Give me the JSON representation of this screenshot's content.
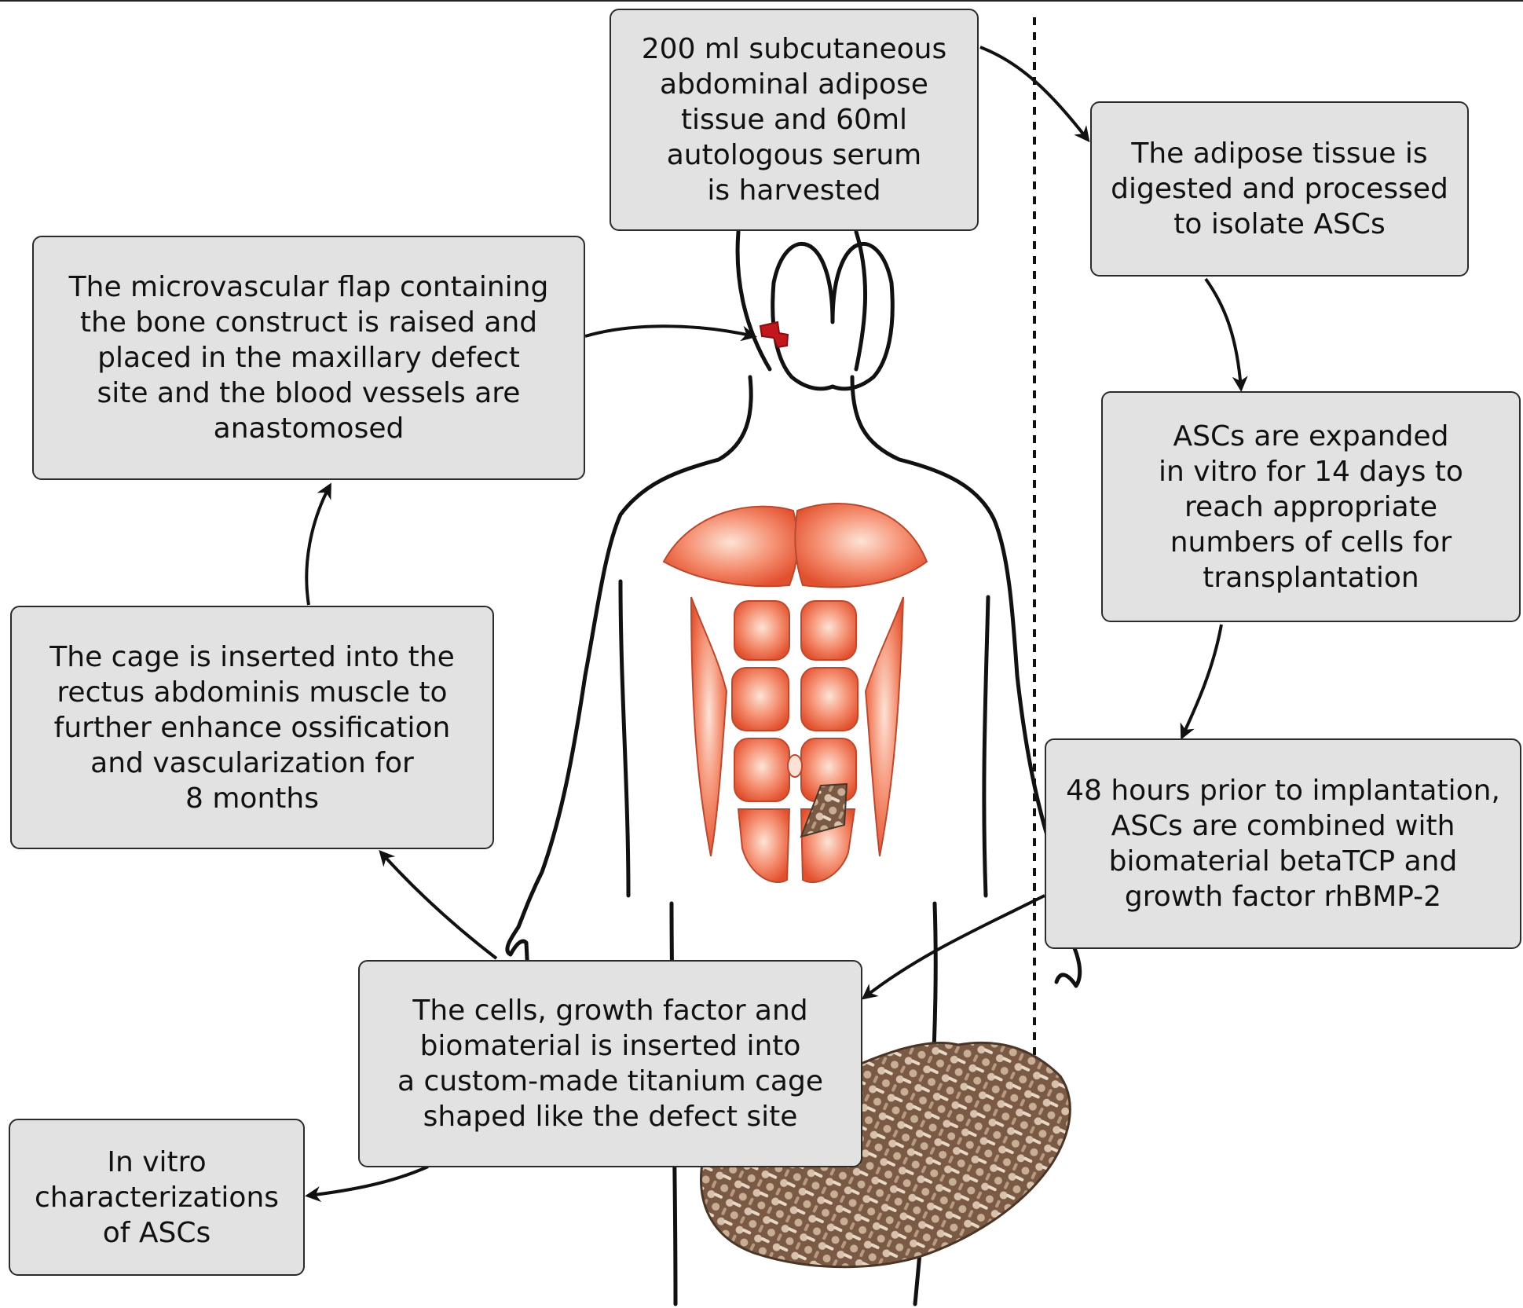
{
  "figure": {
    "steps": {
      "harvest": [
        "200 ml subcutaneous",
        "abdominal adipose",
        "tissue and 60ml",
        "autologous serum",
        "is harvested"
      ],
      "digest": [
        "The adipose tissue is",
        "digested and processed",
        "to isolate ASCs"
      ],
      "expand": [
        "ASCs are expanded",
        "in vitro for 14 days to",
        "reach appropriate",
        "numbers of cells for",
        "transplantation"
      ],
      "combine": [
        "48 hours prior to implantation,",
        "ASCs are combined with",
        "biomaterial betaTCP and",
        "growth factor rhBMP-2"
      ],
      "cage": [
        "The cells, growth factor and",
        "biomaterial is inserted into",
        "a custom-made titanium cage",
        "shaped like the defect site"
      ],
      "muscle": [
        "The cage is inserted into the",
        "rectus abdominis muscle to",
        "further enhance ossification",
        "and vascularization for",
        "8 months"
      ],
      "flap": [
        "The microvascular flap containing",
        "the bone construct is raised and",
        "placed in the maxillary defect",
        "site and the blood vessels are",
        "anastomosed"
      ],
      "invitro": [
        "In vitro",
        "characterizations",
        "of ASCs"
      ]
    },
    "icons": [
      "human-body-outline",
      "abdominal-muscle-illustration",
      "titanium-cage-construct",
      "maxillary-defect-mark"
    ],
    "colors": {
      "box_fill": "#e2e2e2",
      "muscle": "#ef6a4a",
      "defect": "#c0181c",
      "cage": "#8b6a52"
    }
  }
}
